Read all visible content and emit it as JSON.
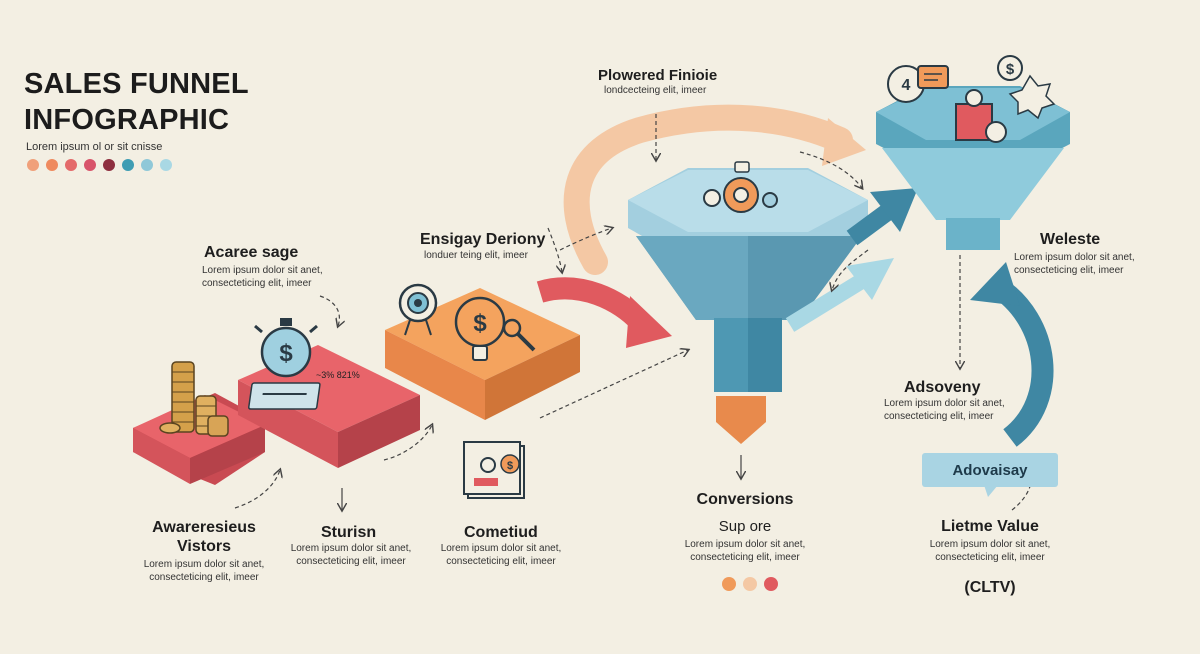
{
  "header": {
    "title_line1": "SALES FUNNEL",
    "title_line2": "INFOGRAPHIC",
    "subtitle": "Lorem ipsum ol or sit cnisse"
  },
  "palette": [
    "#f0a07a",
    "#ef8a5e",
    "#e46a6a",
    "#d8546a",
    "#8e2f3f",
    "#3f9db3",
    "#8fc8d8",
    "#a9d8e4"
  ],
  "stages": {
    "acare": {
      "title": "Acaree sage",
      "body": [
        "Lorem ipsum dolor sit anet,",
        "consecteticing elit, imeer"
      ]
    },
    "ensigay": {
      "title": "Ensigay Deriony",
      "body": [
        "londuer teing elit, imeer"
      ]
    },
    "plowered": {
      "title": "Plowered Finioie",
      "body": [
        "londcecteing elit, imeer"
      ]
    },
    "weleste": {
      "title": "Weleste",
      "body": [
        "Lorem ipsum dolor sit anet,",
        "consecteticing elit, imeer"
      ]
    },
    "adsoveny": {
      "title": "Adsoveny",
      "body": [
        "Lorem ipsum dolor sit anet,",
        "consecteticing elit, imeer"
      ]
    },
    "awareness": {
      "title_line1": "Awareresieus",
      "title_line2": "Vistors",
      "body": [
        "Lorem ipsum dolor sit anet,",
        "consecteticing elit, imeer"
      ]
    },
    "sturisn": {
      "title": "Sturisn",
      "body": [
        "Lorem ipsum dolor sit anet,",
        "consecteticing elit, imeer"
      ]
    },
    "cometiud": {
      "title": "Cometiud",
      "body": [
        "Lorem ipsum dolor sit anet,",
        "consecteticing elit, imeer"
      ]
    },
    "conversions": {
      "title": "Conversions",
      "subtitle": "Sup ore",
      "body": [
        "Lorem ipsum dolor sit anet,",
        "consecteticing elit, imeer"
      ]
    },
    "lifetime": {
      "badge": "Adovaisay",
      "title": "Lietme Value",
      "body": [
        "Lorem ipsum dolor sit anet,",
        "consecteticing elit, imeer"
      ],
      "abbr": "(CLTV)"
    }
  },
  "labels": {
    "card_text": "~3% 821%"
  },
  "icons": [
    "coin-stack-icon",
    "stopwatch-dollar-icon",
    "credit-card-icon",
    "target-icon",
    "dollar-lightbulb-icon",
    "magnifier-icon",
    "gear-people-icon",
    "profile-card-icon",
    "chat-bubble-icon",
    "dollar-badge-icon",
    "person-icon"
  ],
  "colors": {
    "red": "#e05a5f",
    "orange": "#f09a5a",
    "teal": "#5aa6bd",
    "light_teal": "#a9d8e4",
    "peach": "#f4c8a4"
  }
}
